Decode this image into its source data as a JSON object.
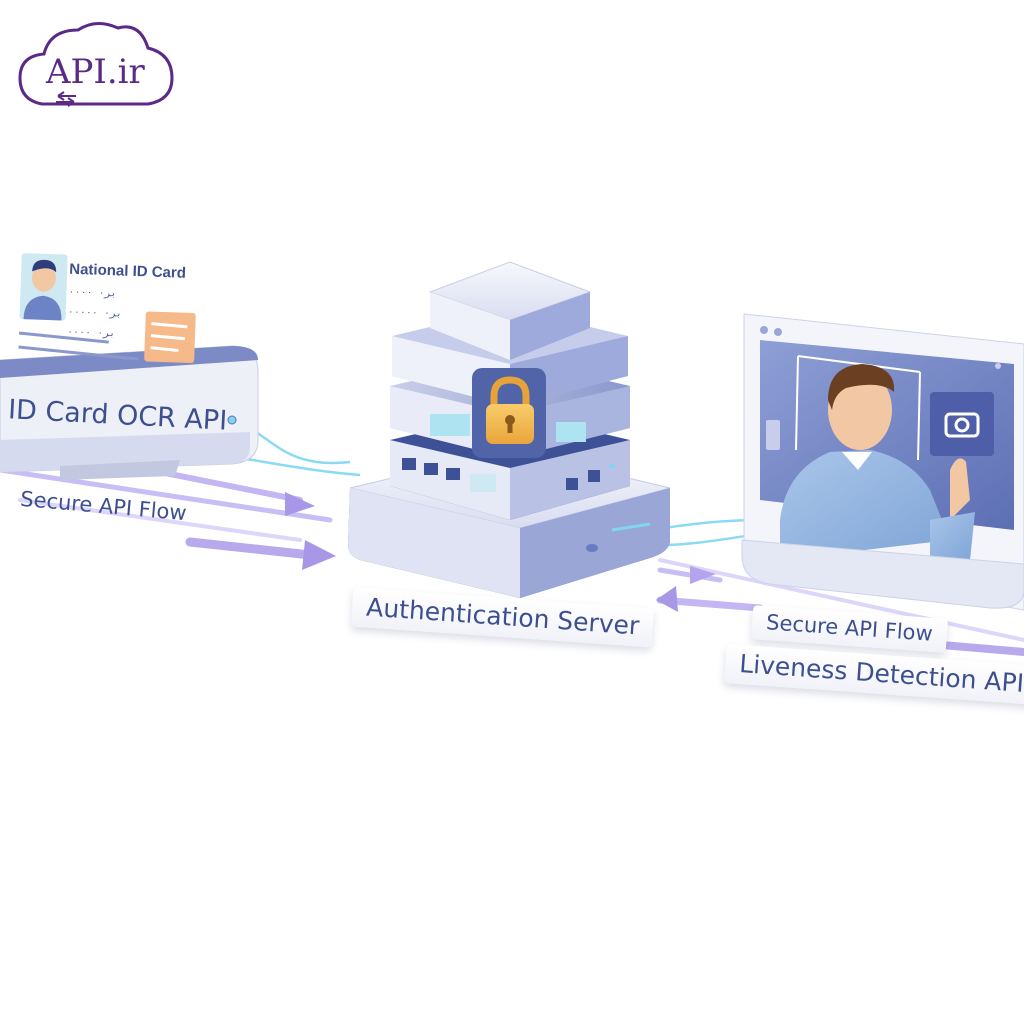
{
  "logo": {
    "text": "API.ir",
    "color": "#5b2a86"
  },
  "id_card": {
    "title": "National ID Card",
    "rows": [
      "بر۰ ۰۰۰۰",
      "بر۰ ۰۰۰۰۰",
      "بر۰ ۰۰۰۰"
    ]
  },
  "labels": {
    "ocr": "ID Card OCR API",
    "flow_left": "Secure API Flow",
    "auth": "Authentication Server",
    "flow_right": "Secure API Flow",
    "liveness": "Liveness Detection API"
  },
  "colors": {
    "navy": "#3d4f8f",
    "lavender": "#b7a9ec",
    "cyan": "#7fd6f2",
    "lock": "#f2b84b",
    "panel": "#5f73b8"
  }
}
